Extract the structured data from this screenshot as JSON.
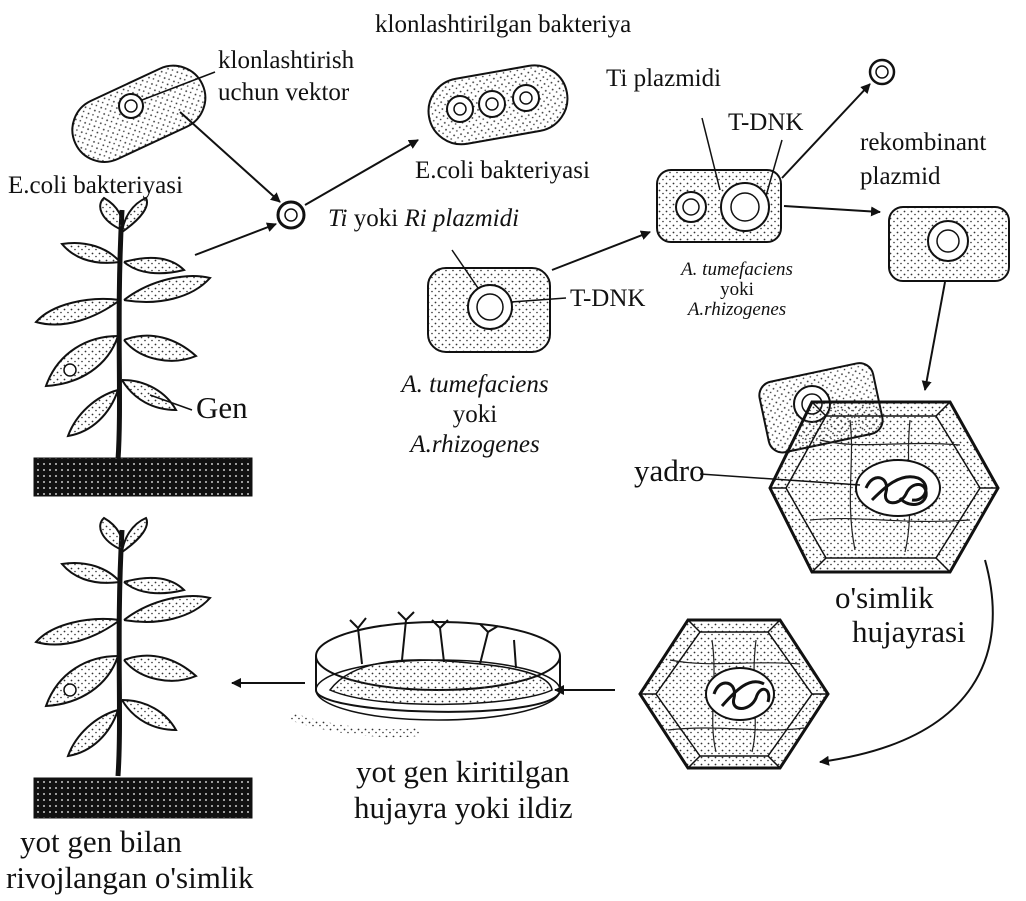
{
  "labels": {
    "cloned_bacterium": "klonlashtirilgan bakteriya",
    "cloning_vector_1": "klonlashtirish",
    "cloning_vector_2": "uchun vektor",
    "ecoli_left": "E.coli bakteriyasi",
    "ecoli_center": "E.coli bakteriyasi",
    "ti_plasmid": "Ti plazmidi",
    "tdnk_top": "T-DNK",
    "recombinant_1": "rekombinant",
    "recombinant_2": "plazmid",
    "ti_or_ri": {
      "ti": "Ti",
      "yoki": " yoki ",
      "ri": "Ri plazmidi"
    },
    "tdnk_mid": "T-DNK",
    "agro_small": {
      "line1": "A. tumefaciens",
      "line2": "yoki",
      "line3": "A.rhizogenes"
    },
    "agro_large": {
      "line1": "A. tumefaciens",
      "line2": "yoki",
      "line3": "A.rhizogenes"
    },
    "gen": "Gen",
    "yadro": "yadro",
    "plant_cell_1": "o'simlik",
    "plant_cell_2": "hujayrasi",
    "foreign_gene_cell_1": "yot gen kiritilgan",
    "foreign_gene_cell_2": "hujayra yoki ildiz",
    "result_plant_1": "yot gen bilan",
    "result_plant_2": "rivojlangan o'simlik"
  },
  "colors": {
    "ink": "#111111",
    "stipple": "#3a3a3a",
    "paper": "#ffffff"
  }
}
